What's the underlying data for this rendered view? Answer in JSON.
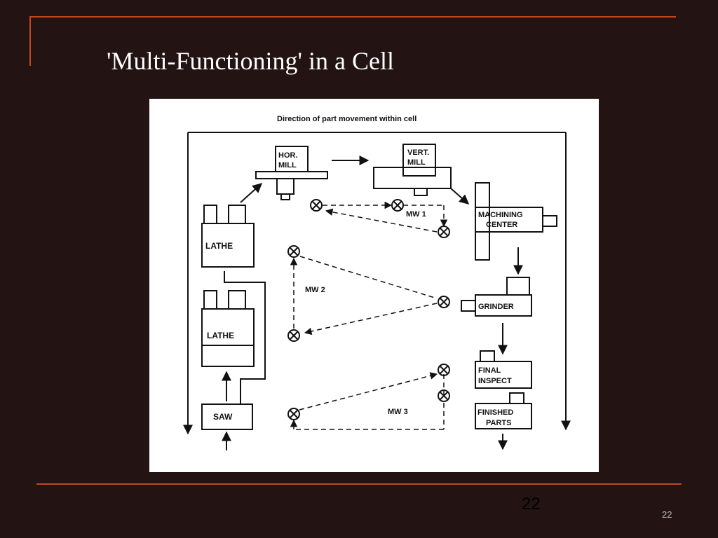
{
  "slide": {
    "title": "'Multi-Functioning' in a Cell",
    "slide_number": "22",
    "footer_number": "22"
  },
  "diagram": {
    "caption": "Direction of part movement within cell",
    "machines": {
      "hor_mill_1": "HOR.",
      "hor_mill_2": "MILL",
      "vert_mill_1": "VERT.",
      "vert_mill_2": "MILL",
      "machining_center_1": "MACHINING",
      "machining_center_2": "CENTER",
      "lathe_top": "LATHE",
      "lathe_bottom": "LATHE",
      "saw": "SAW",
      "grinder": "GRINDER",
      "final_inspect_1": "FINAL",
      "final_inspect_2": "INSPECT",
      "finished_parts_1": "FINISHED",
      "finished_parts_2": "PARTS"
    },
    "workers": {
      "mw1": "MW 1",
      "mw2": "MW 2",
      "mw3": "MW 3"
    }
  },
  "colors": {
    "background": "#231313",
    "rule": "#c0471f",
    "title_text": "#ffffff"
  }
}
